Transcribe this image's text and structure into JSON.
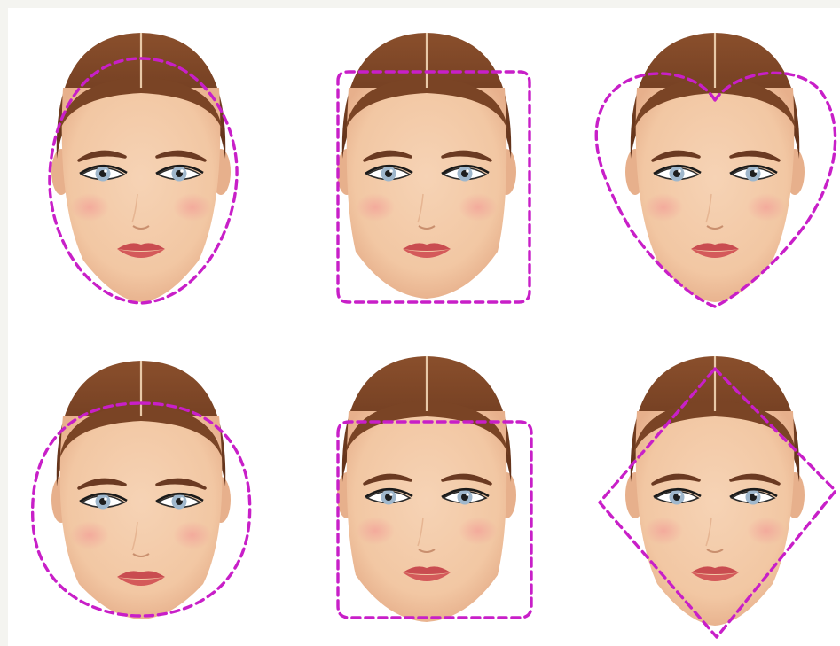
{
  "image": {
    "description_free": true,
    "faces": [
      {
        "shape": "oval"
      },
      {
        "shape": "oblong"
      },
      {
        "shape": "heart"
      },
      {
        "shape": "round"
      },
      {
        "shape": "square"
      },
      {
        "shape": "diamond"
      }
    ]
  },
  "colors": {
    "page_frame": "#f4f4f0",
    "background": "#ffffff",
    "outline": "#c81fc8",
    "skin": "#f2c7a3",
    "skin_shadow": "#e7b08c",
    "hair": "#7a4425",
    "hair_dark": "#5e3019",
    "brow": "#6b3a22",
    "lips": "#d45a5a",
    "blush": "#f3a59a",
    "iris": "#9fb7cc"
  }
}
